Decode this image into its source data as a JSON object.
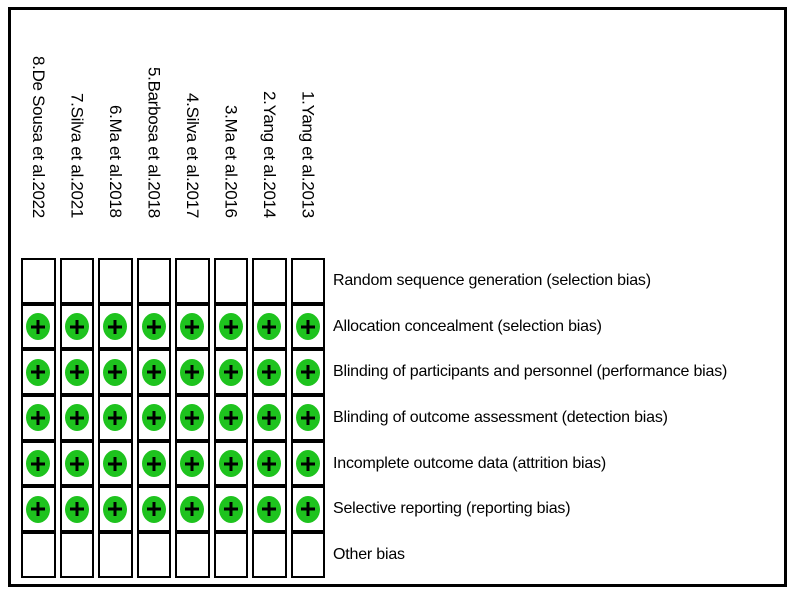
{
  "studies": [
    "8.De Sousa et al.2022",
    "7.Silva et al.2021",
    "6.Ma et al.2018",
    "5.Barbosa et al.2018",
    "4.Silva et al.2017",
    "3.Ma et al.2016",
    "2.Yang et al.2014",
    "1.Yang et al.2013"
  ],
  "domains": [
    {
      "label": "Random sequence generation (selection bias)",
      "judgements": [
        "",
        "",
        "",
        "",
        "",
        "",
        "",
        ""
      ]
    },
    {
      "label": "Allocation concealment (selection bias)",
      "judgements": [
        "+",
        "+",
        "+",
        "+",
        "+",
        "+",
        "+",
        "+"
      ]
    },
    {
      "label": "Blinding of participants and personnel (performance bias)",
      "judgements": [
        "+",
        "+",
        "+",
        "+",
        "+",
        "+",
        "+",
        "+"
      ]
    },
    {
      "label": "Blinding of outcome assessment (detection bias)",
      "judgements": [
        "+",
        "+",
        "+",
        "+",
        "+",
        "+",
        "+",
        "+"
      ]
    },
    {
      "label": "Incomplete outcome data (attrition bias)",
      "judgements": [
        "+",
        "+",
        "+",
        "+",
        "+",
        "+",
        "+",
        "+"
      ]
    },
    {
      "label": "Selective reporting (reporting bias)",
      "judgements": [
        "+",
        "+",
        "+",
        "+",
        "+",
        "+",
        "+",
        "+"
      ]
    },
    {
      "label": "Other bias",
      "judgements": [
        "",
        "",
        "",
        "",
        "",
        "",
        "",
        ""
      ]
    }
  ],
  "symbols": {
    "plus": "+"
  },
  "colors": {
    "low_risk_green": "#1ec31e",
    "symbol_black": "#000000",
    "border_black": "#000000",
    "background_white": "#ffffff"
  },
  "chart_data": {
    "type": "heatmap",
    "x_categories": [
      "8.De Sousa et al.2022",
      "7.Silva et al.2021",
      "6.Ma et al.2018",
      "5.Barbosa et al.2018",
      "4.Silva et al.2017",
      "3.Ma et al.2016",
      "2.Yang et al.2014",
      "1.Yang et al.2013"
    ],
    "y_categories": [
      "Random sequence generation (selection bias)",
      "Allocation concealment (selection bias)",
      "Blinding of participants and personnel (performance bias)",
      "Blinding of outcome assessment (detection bias)",
      "Incomplete outcome data (attrition bias)",
      "Selective reporting (reporting bias)",
      "Other bias"
    ],
    "cells": [
      [
        0,
        0,
        0,
        0,
        0,
        0,
        0,
        0
      ],
      [
        1,
        1,
        1,
        1,
        1,
        1,
        1,
        1
      ],
      [
        1,
        1,
        1,
        1,
        1,
        1,
        1,
        1
      ],
      [
        1,
        1,
        1,
        1,
        1,
        1,
        1,
        1
      ],
      [
        1,
        1,
        1,
        1,
        1,
        1,
        1,
        1
      ],
      [
        1,
        1,
        1,
        1,
        1,
        1,
        1,
        1
      ],
      [
        0,
        0,
        0,
        0,
        0,
        0,
        0,
        0
      ]
    ],
    "cell_value_meaning": {
      "1": "green ellipse with plus symbol",
      "0": "blank cell"
    },
    "legend_position": "none",
    "grid": "on"
  }
}
